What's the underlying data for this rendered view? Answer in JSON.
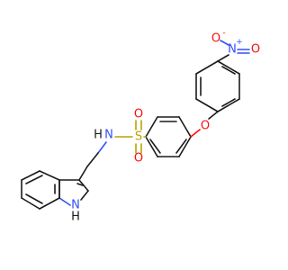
{
  "diagram": {
    "atoms": {
      "nitro_n": "N",
      "nitro_n_charge": "+",
      "nitro_o_top": "O",
      "nitro_o_top_charge": "-",
      "nitro_o_right": "O",
      "ether_o": "O",
      "sulfur": "S",
      "sulfonyl_o_left": "O",
      "sulfonyl_o_right": "O",
      "amide_n": "N",
      "amide_h": "H",
      "indole_n": "N",
      "indole_h": "H"
    },
    "colors": {
      "bond": "#1a1a1a",
      "oxygen": "#ff0d0d",
      "nitrogen": "#3050f8",
      "sulfur": "#b8a400",
      "hydrogen": "#1a1a1a"
    }
  }
}
